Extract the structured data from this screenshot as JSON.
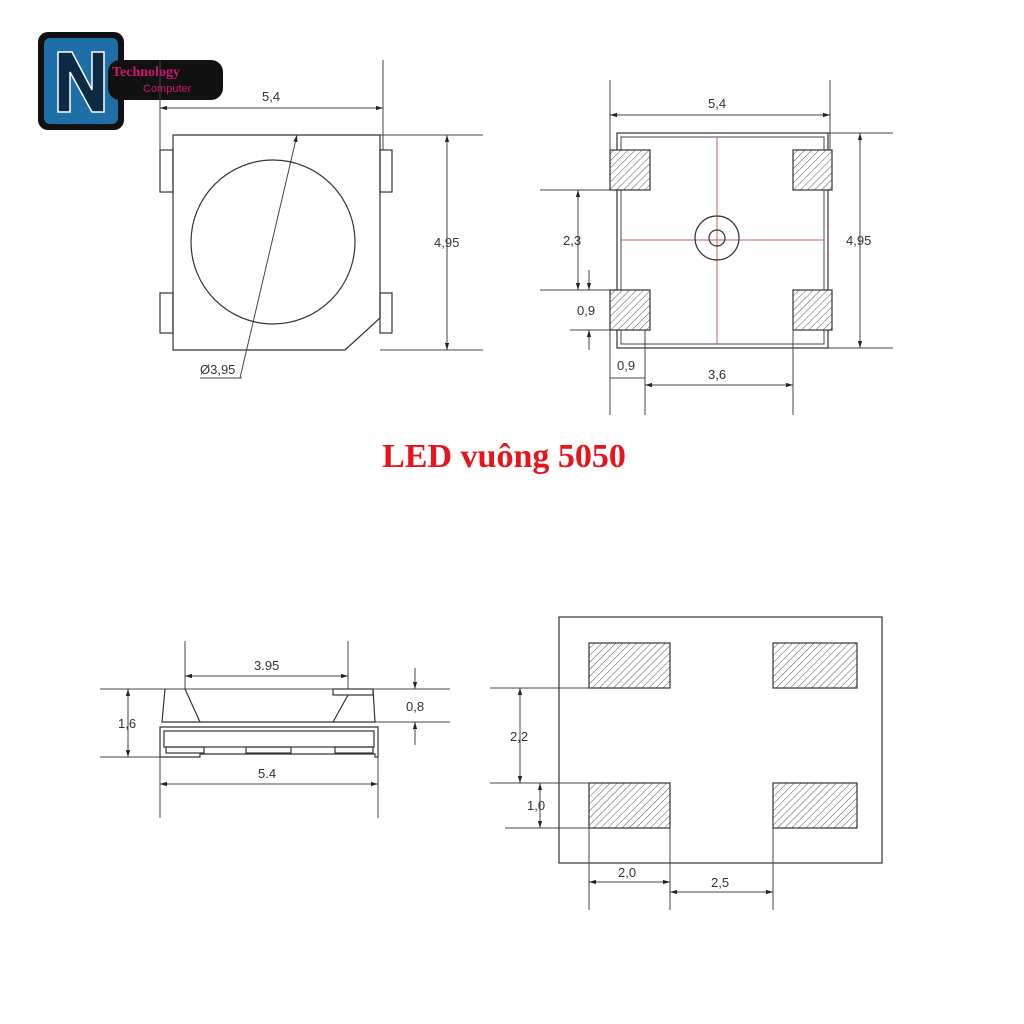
{
  "logo": {
    "line1": "Technology",
    "line2": "Computer",
    "brand_color": "#1e6fa8",
    "text_color": "#d0176f"
  },
  "title": "LED vuông 5050",
  "top_view": {
    "width": "5,4",
    "height": "4,95",
    "lens_diameter": "Ø3,95"
  },
  "bottom_view": {
    "width": "5,4",
    "height": "4,95",
    "pad_spacing_v": "2,3",
    "pad_height": "0,9",
    "pad_width": "0,9",
    "pad_spacing_h": "3,6"
  },
  "side_view": {
    "lens_width": "3.95",
    "height": "1,6",
    "lens_height": "0,8",
    "width": "5.4"
  },
  "footprint": {
    "pad_spacing_v": "2,2",
    "pad_height": "1,0",
    "pad_width": "2,0",
    "pad_spacing_h": "2,5"
  }
}
